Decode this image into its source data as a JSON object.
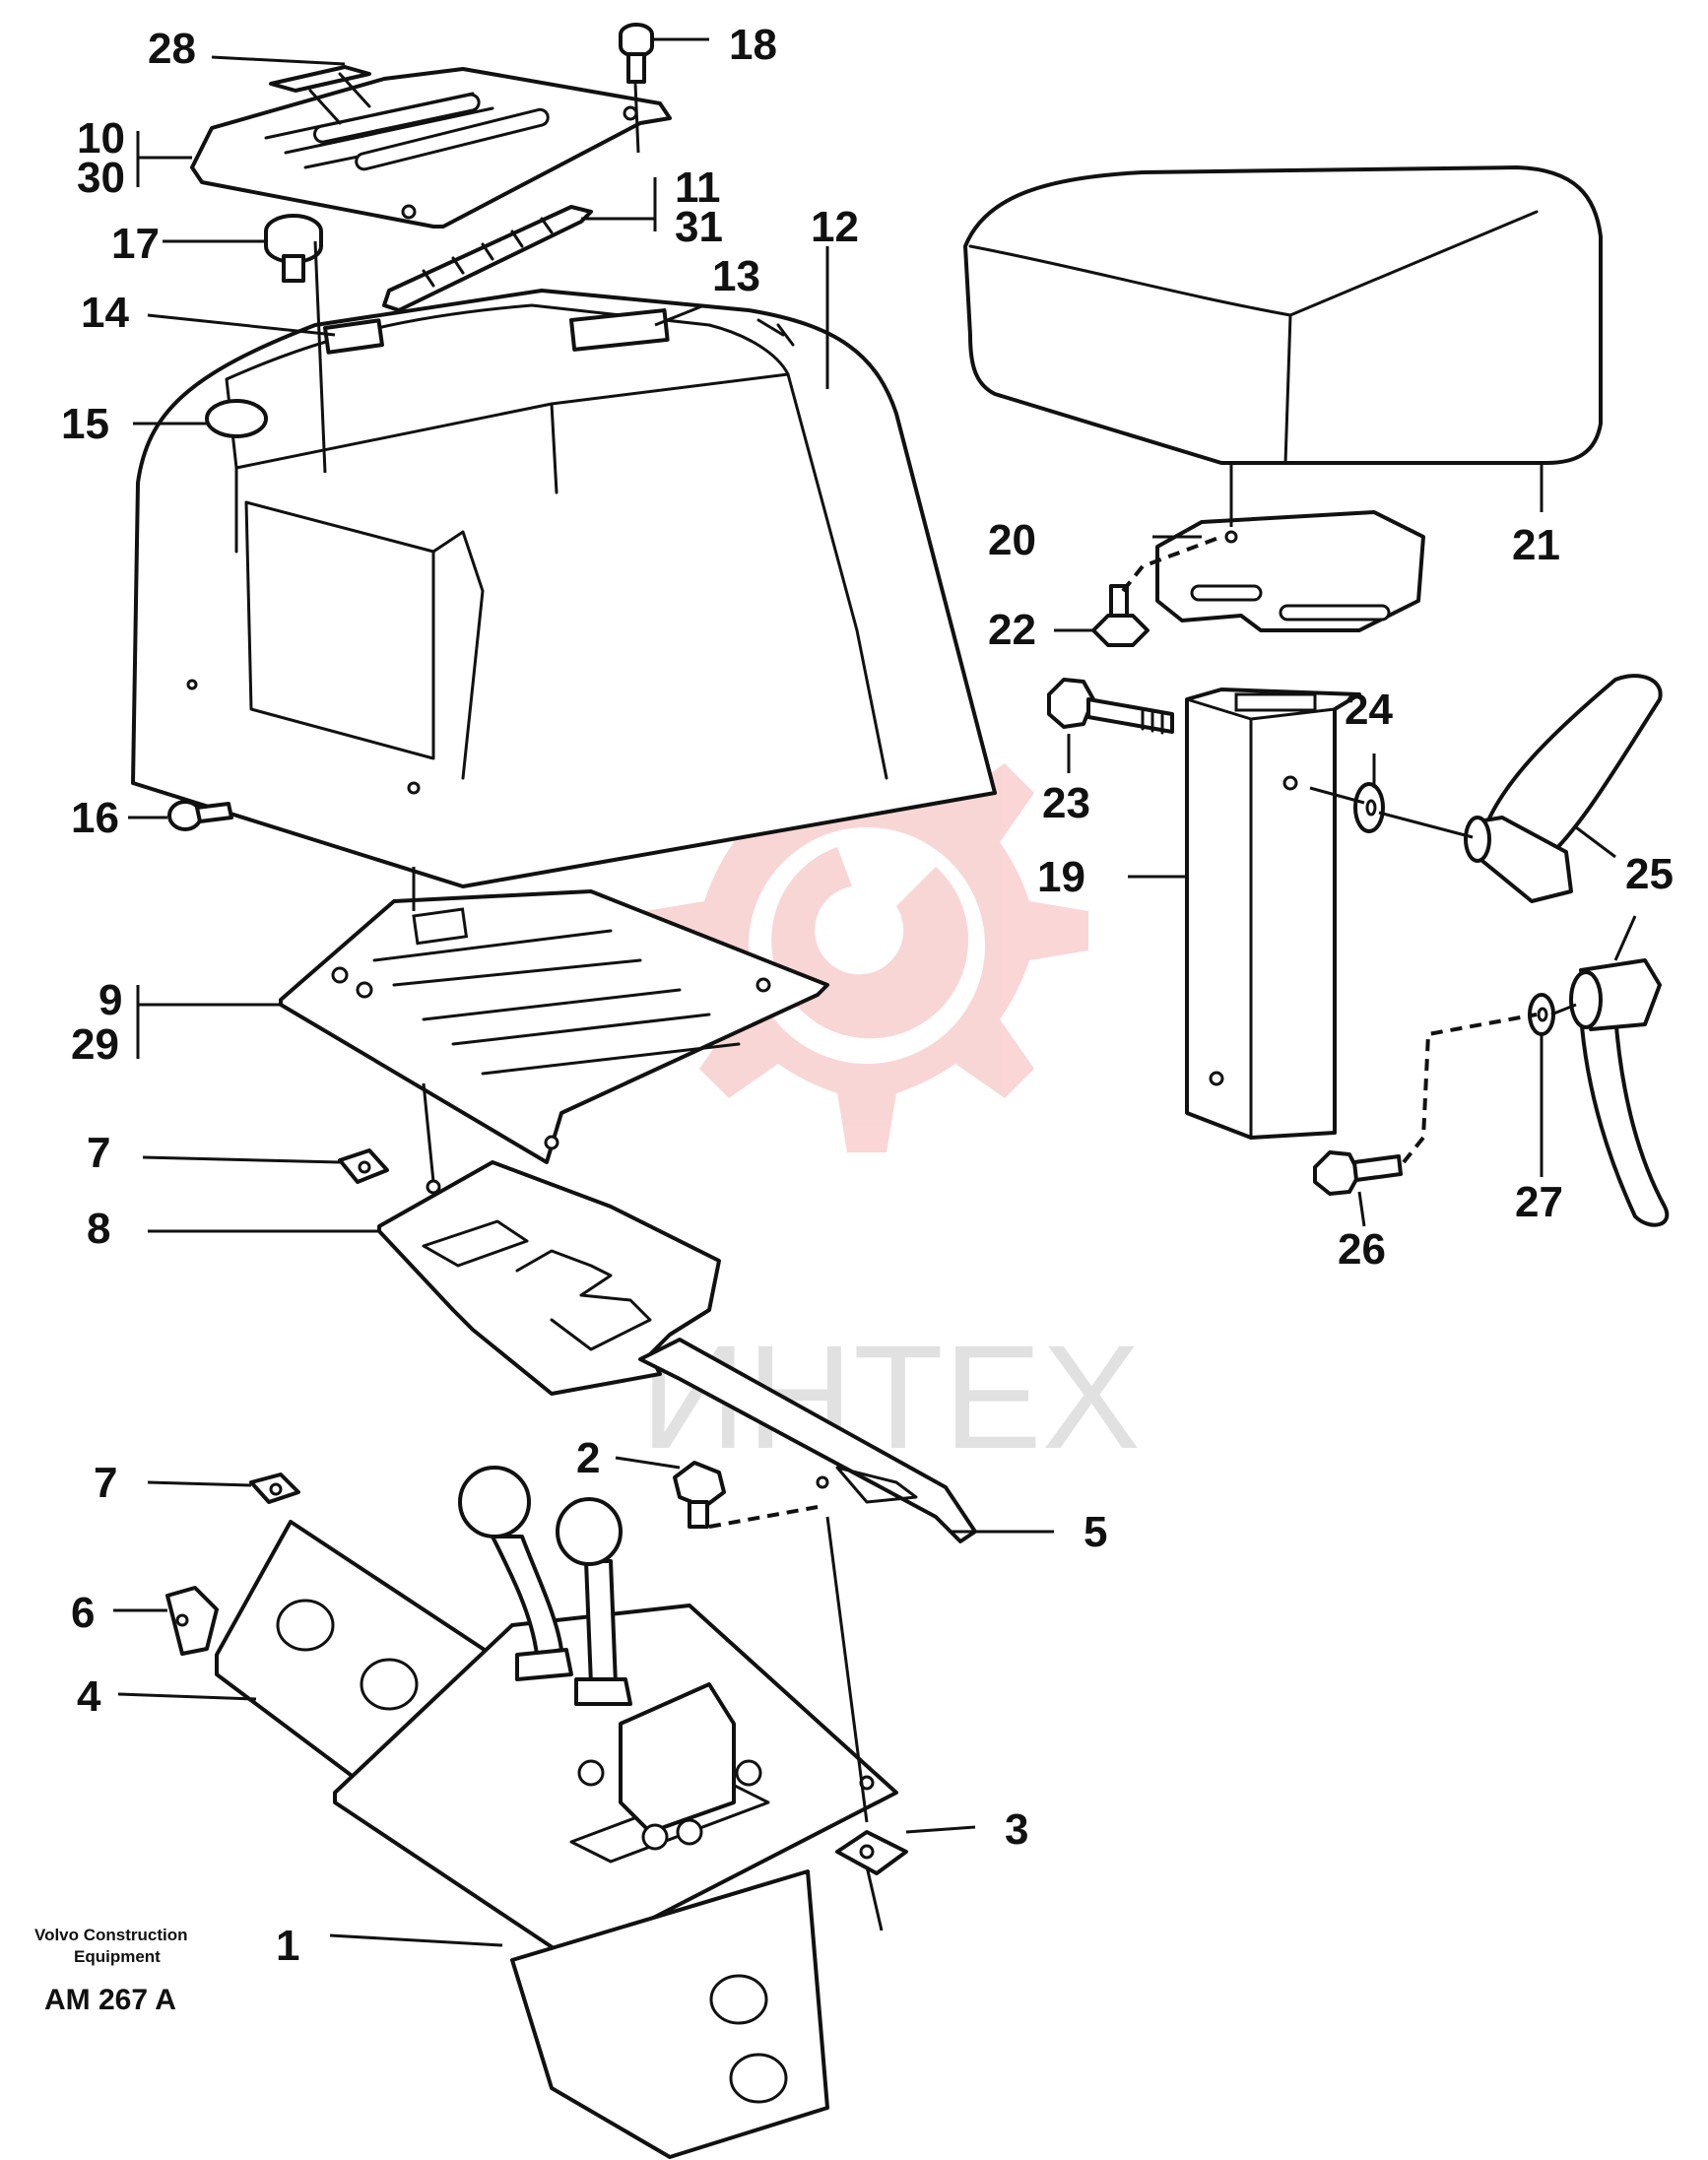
{
  "colors": {
    "ink": "#111111",
    "watermark": "#f3a5a5",
    "watermark_text": "#d8d8d8"
  },
  "caption": {
    "maker_line1": "Volvo Construction",
    "maker_line2": "Equipment",
    "code": "AM 267 A"
  },
  "watermark": {
    "text": "ИНТЕХ"
  },
  "callouts": [
    {
      "id": "c28",
      "text": "28"
    },
    {
      "id": "c18",
      "text": "18"
    },
    {
      "id": "c10",
      "text": "10"
    },
    {
      "id": "c30",
      "text": "30"
    },
    {
      "id": "c11",
      "text": "11"
    },
    {
      "id": "c31",
      "text": "31"
    },
    {
      "id": "c12",
      "text": "12"
    },
    {
      "id": "c17",
      "text": "17"
    },
    {
      "id": "c13",
      "text": "13"
    },
    {
      "id": "c14",
      "text": "14"
    },
    {
      "id": "c15",
      "text": "15"
    },
    {
      "id": "c20",
      "text": "20"
    },
    {
      "id": "c21",
      "text": "21"
    },
    {
      "id": "c22",
      "text": "22"
    },
    {
      "id": "c24",
      "text": "24"
    },
    {
      "id": "c23",
      "text": "23"
    },
    {
      "id": "c16",
      "text": "16"
    },
    {
      "id": "c19",
      "text": "19"
    },
    {
      "id": "c25",
      "text": "25"
    },
    {
      "id": "c9",
      "text": "9"
    },
    {
      "id": "c29",
      "text": "29"
    },
    {
      "id": "c7a",
      "text": "7"
    },
    {
      "id": "c8",
      "text": "8"
    },
    {
      "id": "c27",
      "text": "27"
    },
    {
      "id": "c26",
      "text": "26"
    },
    {
      "id": "c2",
      "text": "2"
    },
    {
      "id": "c7b",
      "text": "7"
    },
    {
      "id": "c5",
      "text": "5"
    },
    {
      "id": "c6",
      "text": "6"
    },
    {
      "id": "c4",
      "text": "4"
    },
    {
      "id": "c3",
      "text": "3"
    },
    {
      "id": "c1",
      "text": "1"
    }
  ]
}
